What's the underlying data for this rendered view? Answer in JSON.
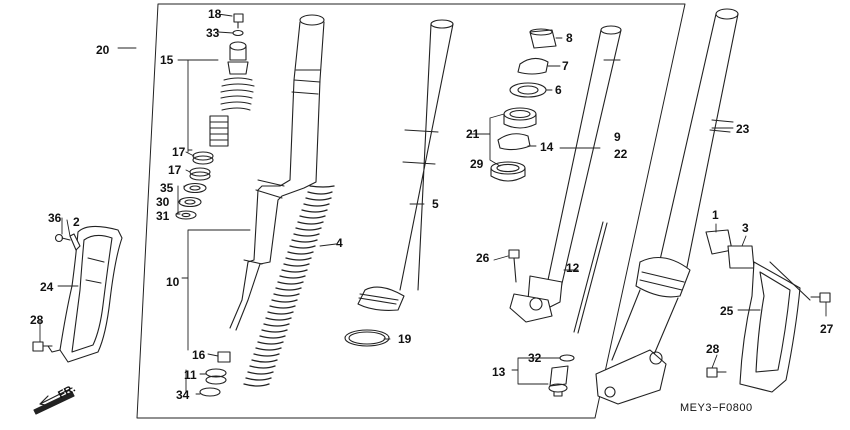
{
  "diagram": {
    "callouts": {
      "c1": "1",
      "c2": "2",
      "c3": "3",
      "c4": "4",
      "c5": "5",
      "c6": "6",
      "c7": "7",
      "c8": "8",
      "c9": "9",
      "c10": "10",
      "c11": "11",
      "c12": "12",
      "c13": "13",
      "c14": "14",
      "c15": "15",
      "c16": "16",
      "c17a": "17",
      "c17b": "17",
      "c18": "18",
      "c19": "19",
      "c20": "20",
      "c21": "21",
      "c22": "22",
      "c23": "23",
      "c24": "24",
      "c25": "25",
      "c26": "26",
      "c27": "27",
      "c28a": "28",
      "c28b": "28",
      "c29": "29",
      "c30": "30",
      "c31": "31",
      "c32": "32",
      "c33": "33",
      "c34": "34",
      "c35": "35",
      "c36": "36"
    },
    "direction_label": "FR.",
    "drawing_code": "MEY3−F0800"
  }
}
